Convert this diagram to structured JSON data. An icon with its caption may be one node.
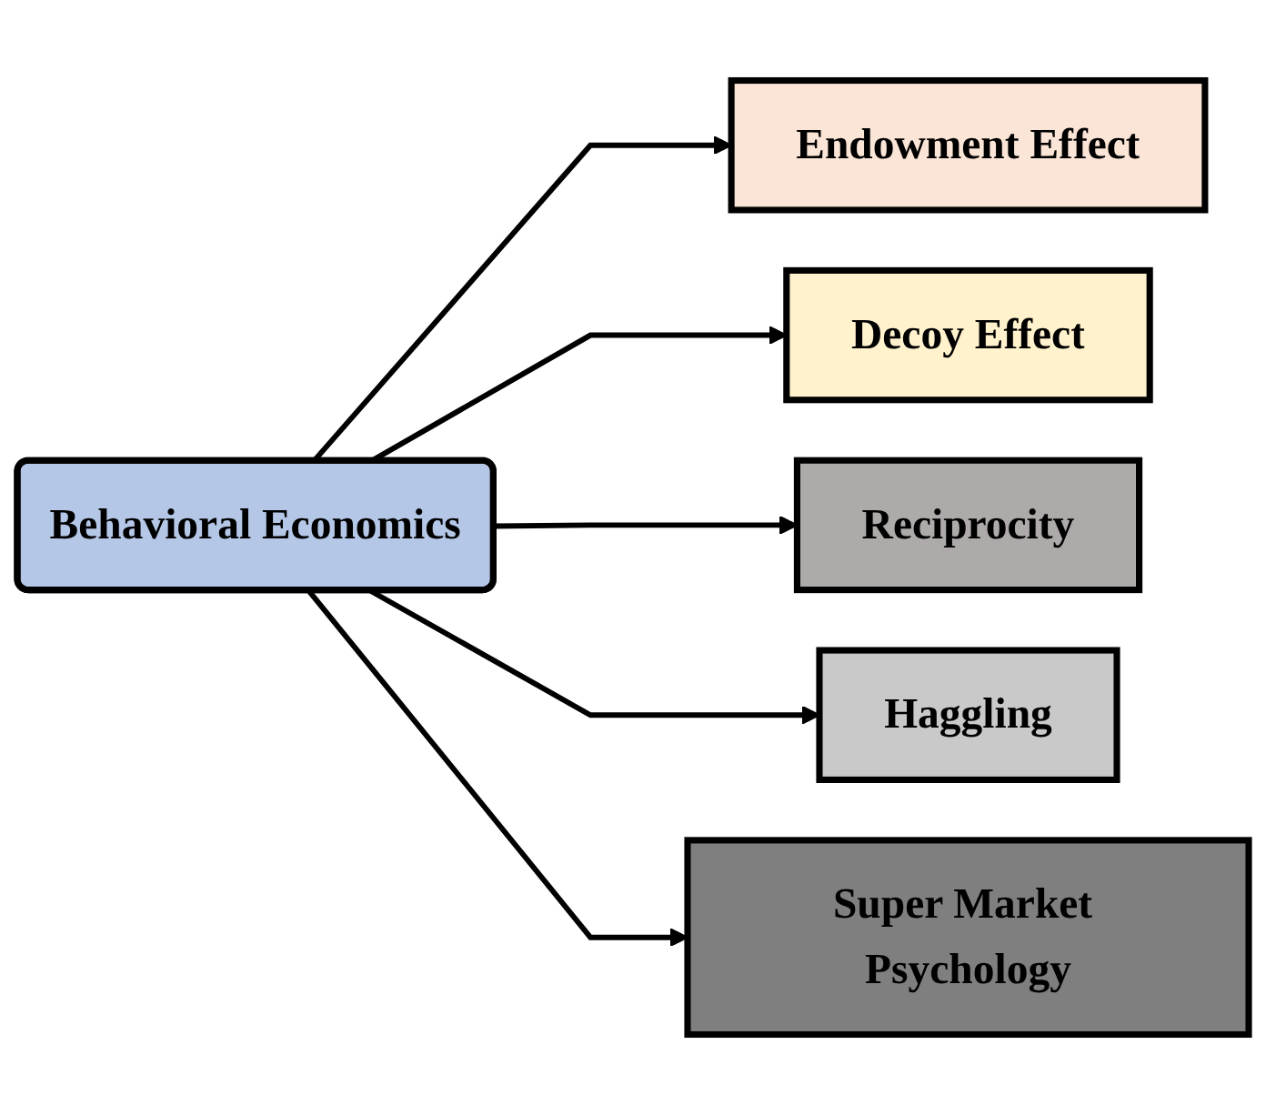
{
  "diagram": {
    "nodes": [
      {
        "text": [
          "Behavioral Economics"
        ]
      },
      {
        "text": [
          "Endowment Effect"
        ]
      },
      {
        "text": [
          "Decoy Effect"
        ]
      },
      {
        "text": [
          "Reciprocity"
        ]
      },
      {
        "text": [
          "Haggling"
        ]
      },
      {
        "text": [
          "Super Market Psychology"
        ]
      }
    ],
    "edges": [
      {
        "from": 0,
        "to": 1,
        "arrow": "to"
      },
      {
        "from": 0,
        "to": 2,
        "arrow": "to"
      },
      {
        "from": 0,
        "to": 3,
        "arrow": "to"
      },
      {
        "from": 0,
        "to": 4,
        "arrow": "to"
      },
      {
        "from": 0,
        "to": 5,
        "arrow": "to"
      }
    ]
  }
}
